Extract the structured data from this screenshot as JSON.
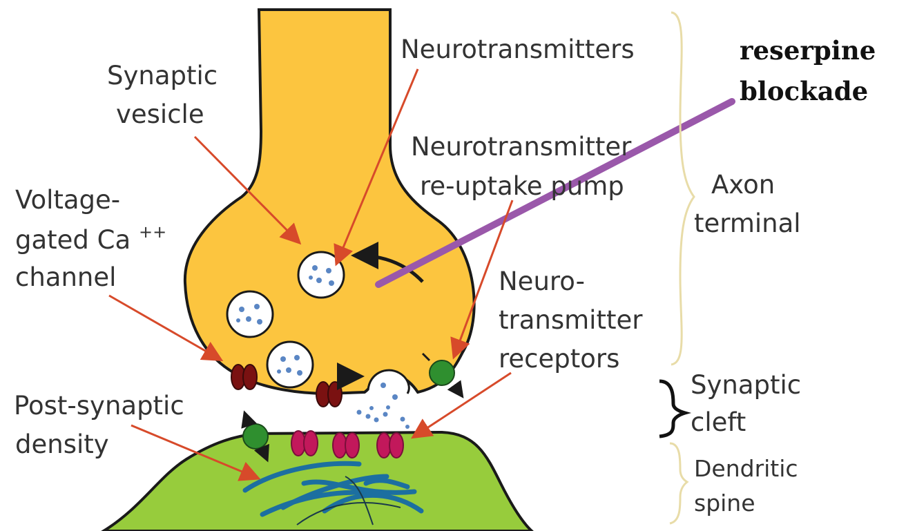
{
  "colors": {
    "axon": "#fcc53f",
    "dendrite": "#97cc3c",
    "outline": "#1a1a1a",
    "arrow": "#d74a2a",
    "reserpine": "#9a58aa",
    "bracket": "#e8dca8",
    "receptor": "#c2185b",
    "calcium_channel": "#7a1111",
    "pump": "#2f8f2f",
    "filament": "#1c6fa0"
  },
  "labels": {
    "synaptic_vesicle": [
      "Synaptic",
      "vesicle"
    ],
    "neurotransmitters": "Neurotransmitters",
    "reserpine": [
      "reserpine",
      "blockade"
    ],
    "reuptake_pump": [
      "Neurotransmitter",
      "re-uptake pump"
    ],
    "voltage_channel": [
      "Voltage-",
      "gated Ca",
      "++",
      "channel"
    ],
    "axon_terminal": [
      "Axon",
      "terminal"
    ],
    "nt_receptors": [
      "Neuro-",
      "transmitter",
      "receptors"
    ],
    "post_synaptic": [
      "Post-synaptic",
      "density"
    ],
    "synaptic_cleft": [
      "Synaptic",
      "cleft"
    ],
    "dendritic_spine": [
      "Dendritic",
      "spine"
    ]
  }
}
